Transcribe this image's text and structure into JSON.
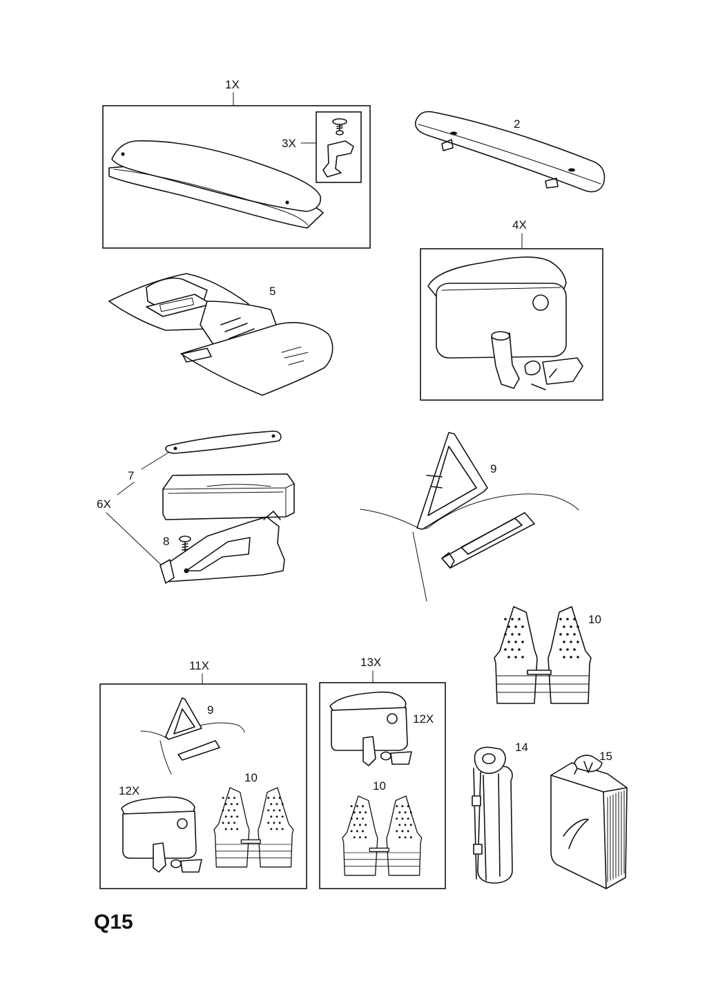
{
  "page_code": "Q15",
  "labels": {
    "l1x": "1X",
    "l3x": "3X",
    "l2": "2",
    "l4x": "4X",
    "l5": "5",
    "l7": "7",
    "l6x": "6X",
    "l8": "8",
    "l9": "9",
    "l10": "10",
    "l11x": "11X",
    "l9b": "9",
    "l12x_a": "12X",
    "l10_a": "10",
    "l13x": "13X",
    "l12x_b": "12X",
    "l10_b": "10",
    "l14": "14",
    "l15": "15"
  }
}
